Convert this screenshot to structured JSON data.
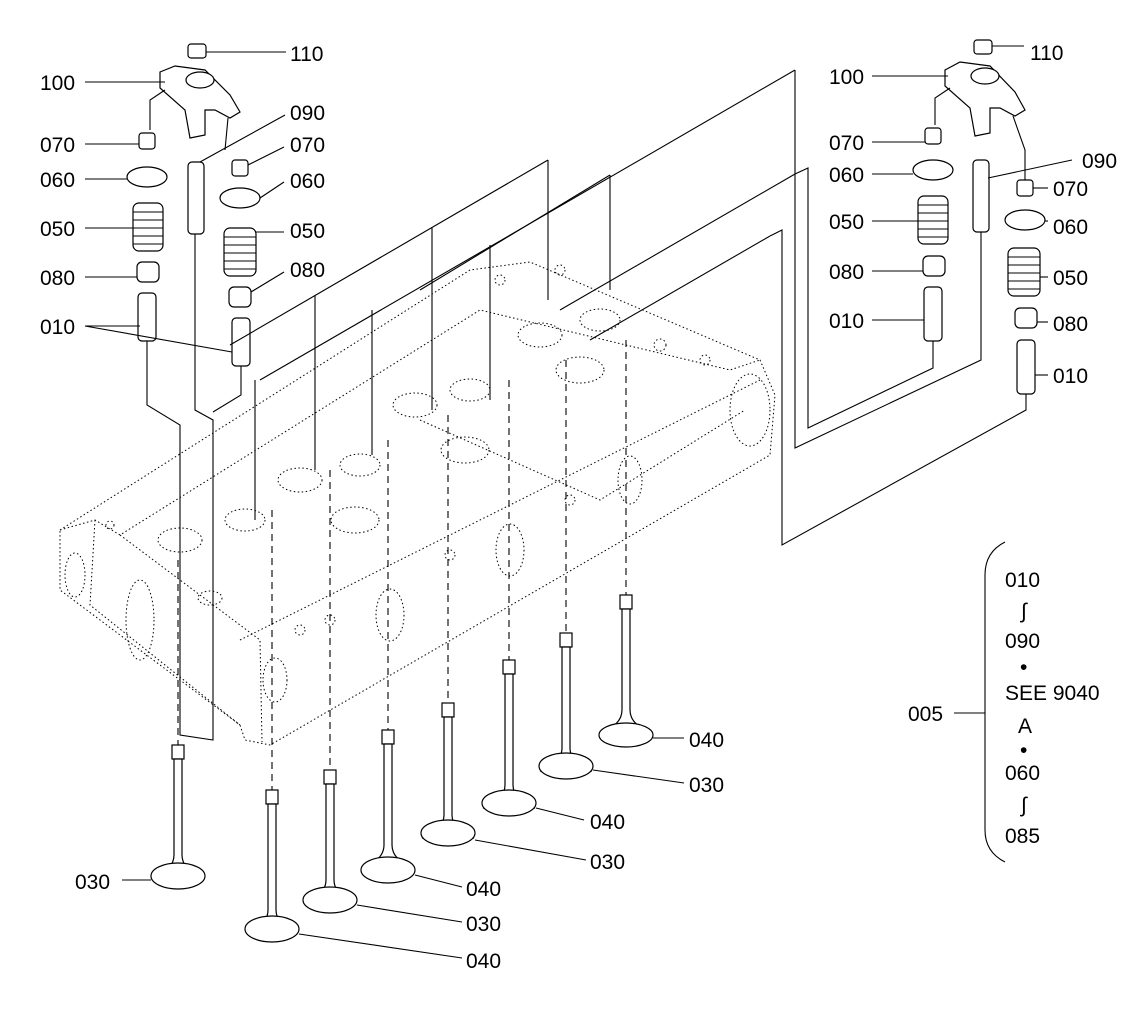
{
  "callouts": {
    "l_110": "110",
    "l_100": "100",
    "l_090": "090",
    "l_070a": "070",
    "l_070b": "070",
    "l_060a": "060",
    "l_060b": "060",
    "l_050a": "050",
    "l_050b": "050",
    "l_080a": "080",
    "l_080b": "080",
    "l_010": "010",
    "r_110": "110",
    "r_100": "100",
    "r_070a": "070",
    "r_090": "090",
    "r_060a": "060",
    "r_070b": "070",
    "r_050a": "050",
    "r_060b": "060",
    "r_080a": "080",
    "r_050b": "050",
    "r_010a": "010",
    "r_080b": "080",
    "r_010b": "010",
    "v_040a": "040",
    "v_030a": "030",
    "v_040b": "040",
    "v_030b": "030",
    "v_030c": "030",
    "v_040c": "040",
    "v_030d": "030",
    "v_040d": "040"
  },
  "set_box": {
    "ref": "005",
    "lines": [
      "010",
      "∫",
      "090",
      "•",
      "SEE 9040",
      "A",
      "•",
      "060",
      "∫",
      "085"
    ]
  }
}
